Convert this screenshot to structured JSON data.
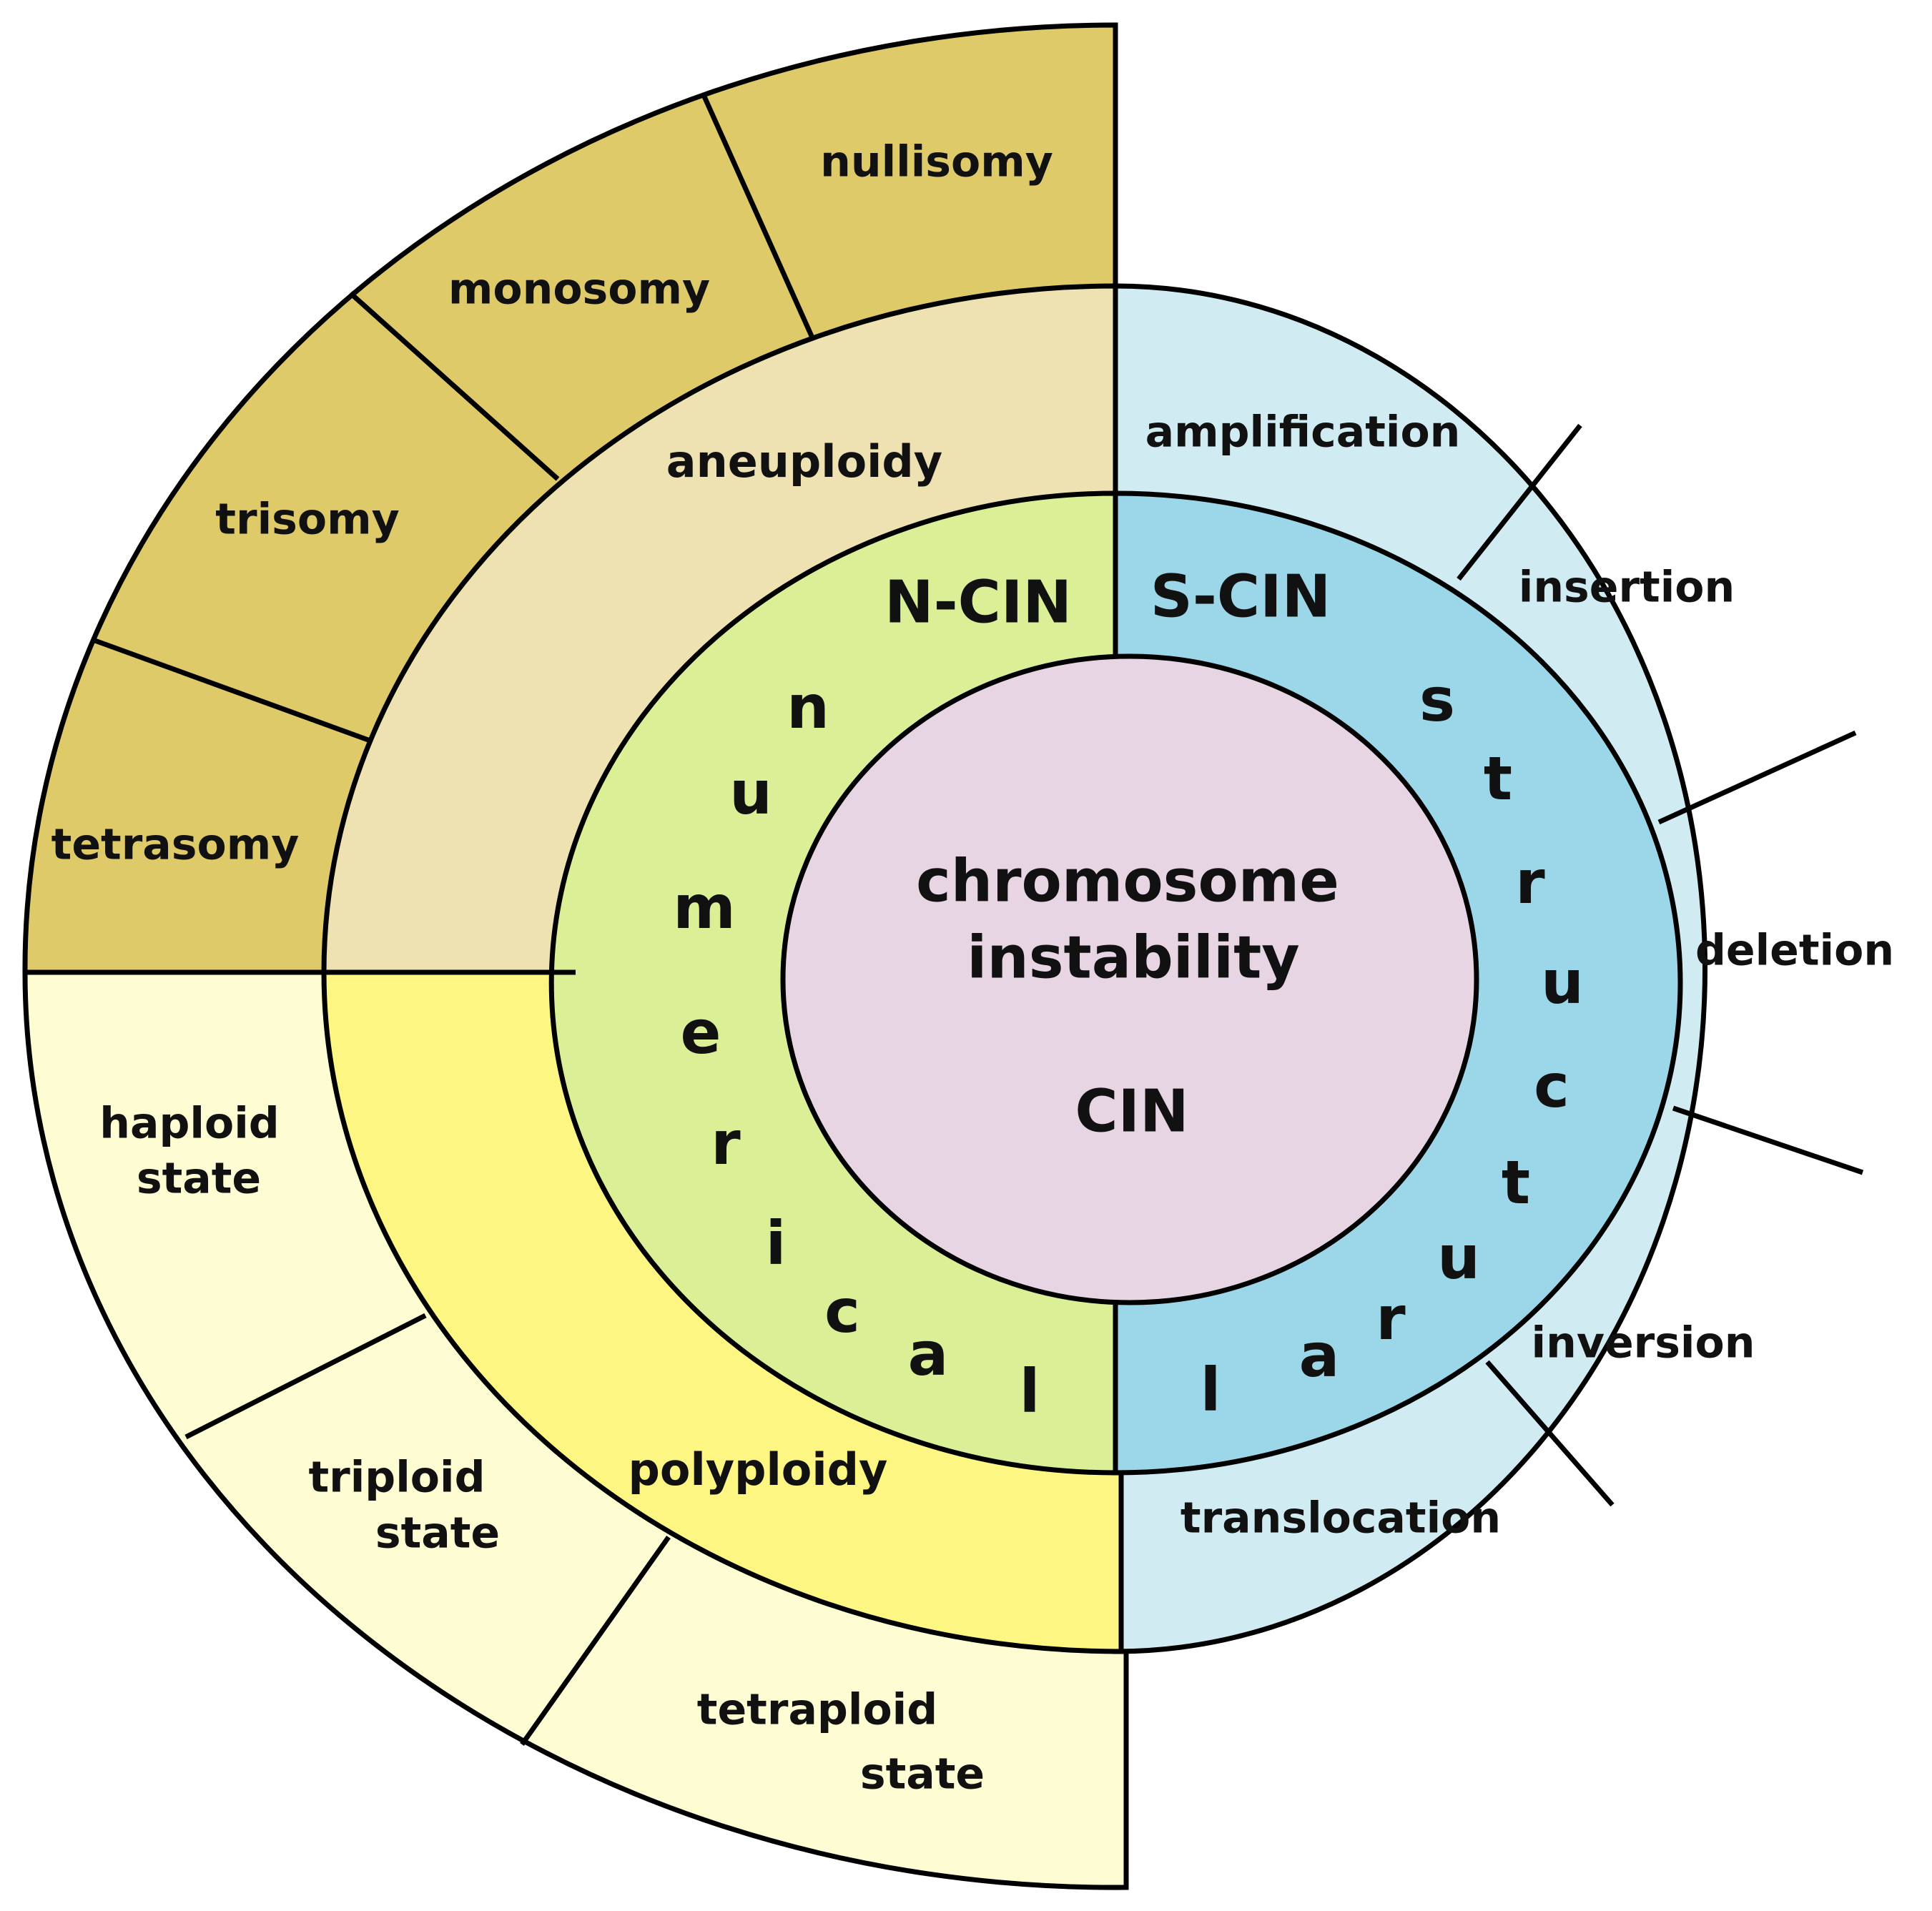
{
  "center": {
    "title_line1": "chromosome",
    "title_line2": "instability",
    "abbrev": "CIN"
  },
  "numerical": {
    "ring_label": "N-CIN",
    "word": "numerical",
    "mid": {
      "aneuploidy": "aneuploidy",
      "polyploidy": "polyploidy"
    },
    "aneuploidy_types": [
      "nullisomy",
      "monosomy",
      "trisomy",
      "tetrasomy"
    ],
    "polyploidy_types": [
      [
        "haploid",
        "state"
      ],
      [
        "triploid",
        "state"
      ],
      [
        "tetraploid",
        "state"
      ]
    ]
  },
  "structural": {
    "ring_label": "S-CIN",
    "word": "structural",
    "types": [
      "amplification",
      "insertion",
      "deletion",
      "inversion",
      "translocation"
    ]
  },
  "colors": {
    "aneuploidy_outer": "#DFCA6A",
    "aneuploidy_mid": "#EEE1B2",
    "polyploidy_outer": "#FEFCD2",
    "polyploidy_mid": "#FEF683",
    "numerical_ring": "#DBF096",
    "structural_ring": "#9BD7E8",
    "structural_outer": "#D1EBF3",
    "center": "#E8D5E4"
  }
}
